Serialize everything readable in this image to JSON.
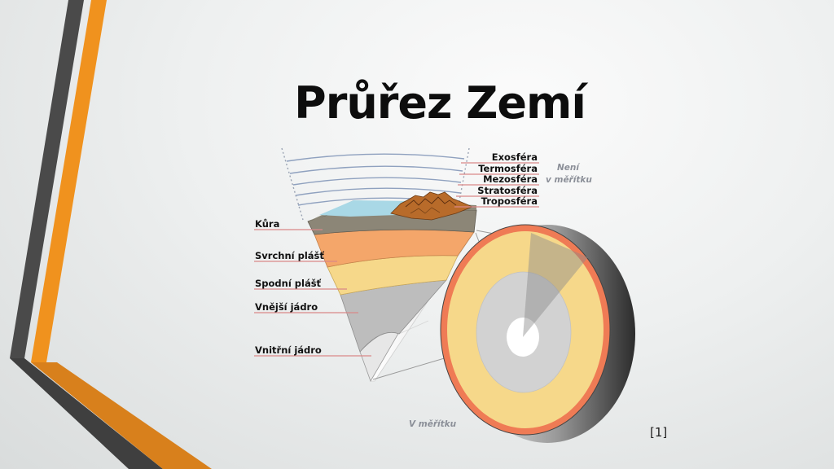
{
  "slide": {
    "title": "Průřez Zemí",
    "citation": "[1]"
  },
  "atmosphere": {
    "layers": [
      "Exosféra",
      "Termosféra",
      "Mezosféra",
      "Stratosféra",
      "Troposféra"
    ],
    "scale_note": [
      "Není",
      "v měřítku"
    ]
  },
  "earth": {
    "layers": [
      "Kůra",
      "Svrchní plášť",
      "Spodní plášť",
      "Vnější jádro",
      "Vnitřní jádro"
    ],
    "scale_note": "V měřítku"
  },
  "colors": {
    "accent_orange": "#f0921e",
    "accent_gray": "#4a4a4a",
    "crust": "#8c8677",
    "upper_mantle": "#f4a66a",
    "lower_mantle": "#f6d88a",
    "outer_core": "#bcbcbc",
    "inner_core": "#e6e6e6",
    "ocean": "#a9d8e6",
    "leader_line": "#d98888"
  }
}
